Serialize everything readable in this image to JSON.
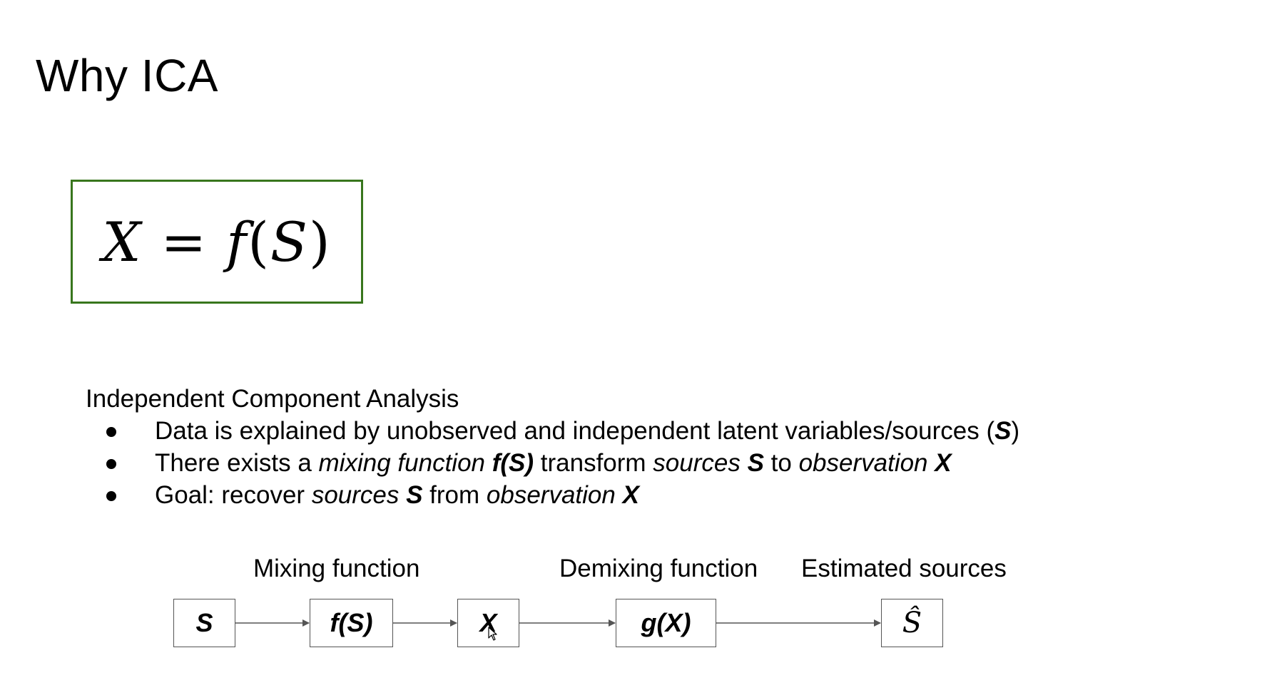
{
  "slide": {
    "title": "Why ICA",
    "formula": {
      "lhs": "X",
      "eq": "=",
      "func": "f",
      "open": "(",
      "arg": "S",
      "close": ")"
    },
    "section_heading": "Independent Component Analysis",
    "bullets": [
      {
        "parts": [
          {
            "text": "Data is explained by unobserved and independent latent variables/sources (",
            "style": "normal"
          },
          {
            "text": "S",
            "style": "bold-italic"
          },
          {
            "text": ")",
            "style": "normal"
          }
        ]
      },
      {
        "parts": [
          {
            "text": "There exists a ",
            "style": "normal"
          },
          {
            "text": "mixing function ",
            "style": "italic"
          },
          {
            "text": "f(S)",
            "style": "bold-italic"
          },
          {
            "text": " transform ",
            "style": "normal"
          },
          {
            "text": "sources ",
            "style": "italic"
          },
          {
            "text": "S",
            "style": "bold-italic"
          },
          {
            "text": " to ",
            "style": "normal"
          },
          {
            "text": "observation ",
            "style": "italic"
          },
          {
            "text": "X",
            "style": "bold-italic"
          }
        ]
      },
      {
        "parts": [
          {
            "text": "Goal: recover ",
            "style": "normal"
          },
          {
            "text": "sources ",
            "style": "italic"
          },
          {
            "text": "S",
            "style": "bold-italic"
          },
          {
            "text": " from ",
            "style": "normal"
          },
          {
            "text": "observation ",
            "style": "italic"
          },
          {
            "text": "X",
            "style": "bold-italic"
          }
        ]
      }
    ]
  },
  "diagram": {
    "labels": {
      "mixing": "Mixing function",
      "demixing": "Demixing function",
      "estimated": "Estimated sources"
    },
    "boxes": {
      "s": "S",
      "fs": "f(S)",
      "x": "X",
      "gx": "g(X)",
      "s_hat": "Ŝ"
    }
  },
  "colors": {
    "formula_border": "#38761d",
    "box_border": "#555555",
    "arrow": "#555555",
    "text": "#000000",
    "background": "#ffffff"
  },
  "icons": {
    "bullet": "filled-circle",
    "cursor": "mouse-pointer-icon"
  }
}
